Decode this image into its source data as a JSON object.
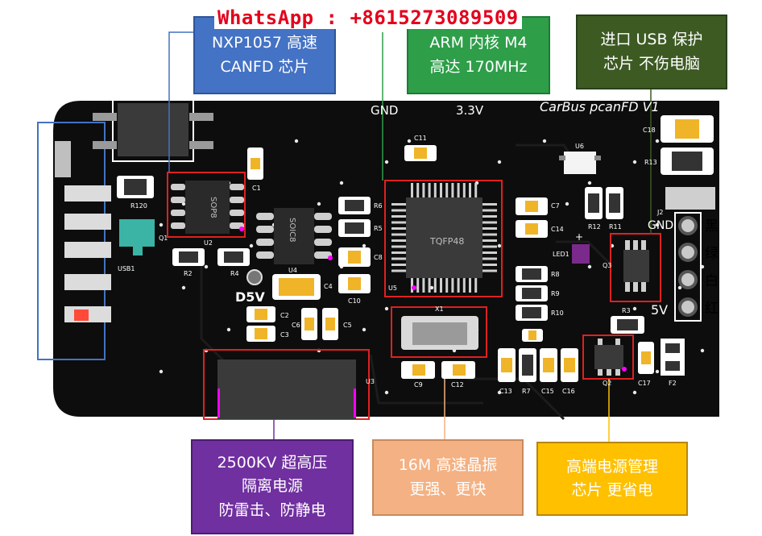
{
  "watermark": "WhatsApp : +8615273089509",
  "callouts": {
    "can_chip": [
      "NXP1057 高速",
      "CANFD 芯片"
    ],
    "arm_core": [
      "ARM 内核 M4",
      "高达 170MHz"
    ],
    "usb_protect": [
      "进口 USB 保护",
      "芯片  不伤电脑"
    ],
    "isolation": [
      "2500KV 超高压",
      "隔离电源",
      "防雷击、防静电"
    ],
    "crystal": [
      "16M 高速晶振",
      "更强、更快"
    ],
    "power_mgmt": [
      "高端电源管理",
      "芯片  更省电"
    ]
  },
  "board": {
    "title": "CarBus pcanFD V1",
    "gnd_top": "GND",
    "v33": "3.3V",
    "d5v": "D5V",
    "gnd_right": "GND",
    "v5": "5V",
    "pins_cn": [
      "黑",
      "绿",
      "白",
      "红"
    ],
    "chips": {
      "sop8": "SOP8",
      "soic8": "SOIC8",
      "tqfp48": "TQFP48"
    },
    "refs": {
      "u2": "U2",
      "u4": "U4",
      "u5": "U5",
      "u6": "U6",
      "u3": "U3",
      "q3": "Q3",
      "q2": "Q2",
      "q1": "Q1",
      "x1": "X1",
      "j2": "J2",
      "f2": "F2",
      "usb1": "USB1",
      "led1": "LED1",
      "r120": "R120",
      "r2": "R2",
      "r4": "R4",
      "r6": "R6",
      "r5": "R5",
      "r8": "R8",
      "r9": "R9",
      "r10": "R10",
      "r11": "R11",
      "r12": "R12",
      "r13": "R13",
      "r3": "R3",
      "r7": "R7",
      "c1": "C1",
      "c2": "C2",
      "c3": "C3",
      "c4": "C4",
      "c5": "C5",
      "c6": "C6",
      "c7": "C7",
      "c8": "C8",
      "c9": "C9",
      "c10": "C10",
      "c11": "C11",
      "c12": "C12",
      "c13": "C13",
      "c14": "C14",
      "c15": "C15",
      "c16": "C16",
      "c17": "C17",
      "c18": "C18"
    }
  },
  "colors": {
    "pcb": "#0d0d0d",
    "silk": "#ffffff",
    "highlight": "#e02020",
    "can_box": "#4472c4",
    "arm_box": "#2e9e49",
    "usb_box": "#3d5a23",
    "iso_box": "#7030a0",
    "xtal_box": "#f4b183",
    "pwr_box": "#ffc000",
    "capacitor": "#f0b429",
    "marker": "#ff00ff"
  }
}
